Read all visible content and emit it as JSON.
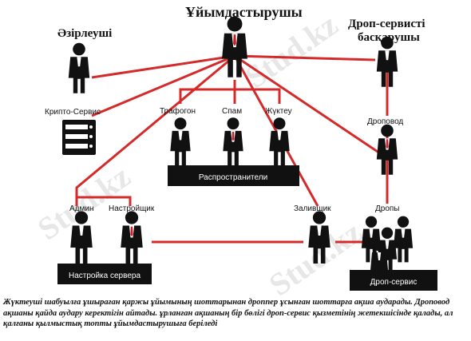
{
  "titles": {
    "organizers": "Ұйымдастырушы",
    "preparer": "Әзірлеуші",
    "drop_service_manager_line1": "Дроп-сервисті",
    "drop_service_manager_line2": "басқарушы"
  },
  "roles": {
    "crypto_service": "Крипто-Сервис",
    "trafogon": "Трафогон",
    "spam": "Спам",
    "zhukteu": "Жүктеу",
    "distributors": "Распространители",
    "admin": "Админ",
    "nastroyshchik": "Настройщик",
    "server_setup": "Настройка сервера",
    "zalivshchik": "Заливщик",
    "drops": "Дропы",
    "drop_service": "Дроп-сервис",
    "dropovod": "Дроповод"
  },
  "caption": "Жүктеуші шабуылға ұшыраған қаржы ұйымының шоттарынан дроппер ұсынған шоттарға ақша аударады. Дроповод ақшаны қайда аудару керектігін айтады. ұрланған ақшаның бір бөлігі дроп-сервис қызметінің жетекшісінде  қалады, ал қалғаны қылмыстық топты ұйымдастырушыға беріледі",
  "watermark": "Stud.kz",
  "colors": {
    "connector": "#d42a2a",
    "figure": "#111111",
    "box": "#111111",
    "accent_tie": "#c8202a"
  }
}
